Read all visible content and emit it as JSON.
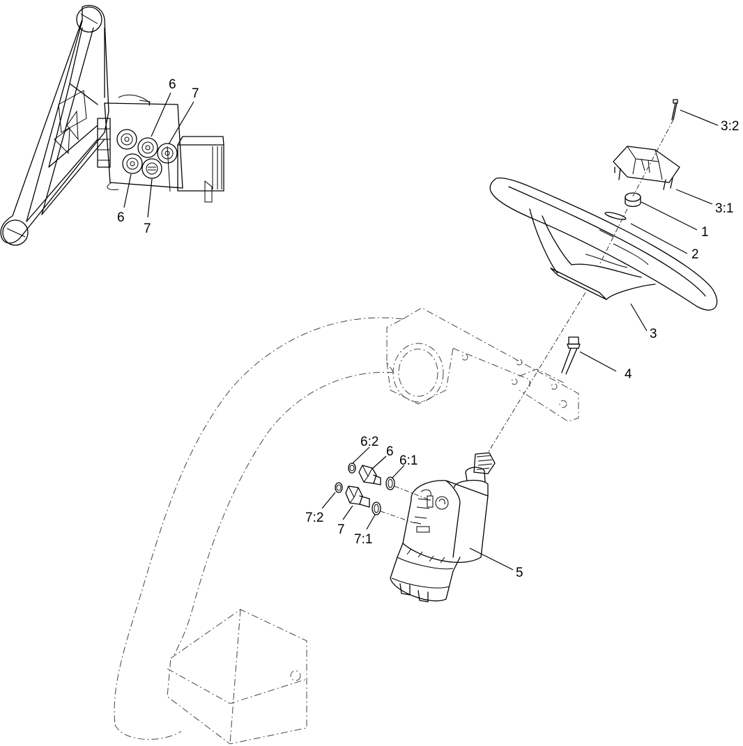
{
  "callouts": {
    "c_3_2": "3:2",
    "c_3_1": "3:1",
    "c_1": "1",
    "c_2": "2",
    "c_3": "3",
    "c_4": "4",
    "c_5": "5",
    "c_6_2": "6:2",
    "c_6_b": "6",
    "c_6_1": "6:1",
    "c_7_2": "7:2",
    "c_7_b": "7",
    "c_7_1": "7:1",
    "inset_6_top": "6",
    "inset_7_top": "7",
    "inset_6_bottom": "6",
    "inset_7_bottom": "7"
  }
}
